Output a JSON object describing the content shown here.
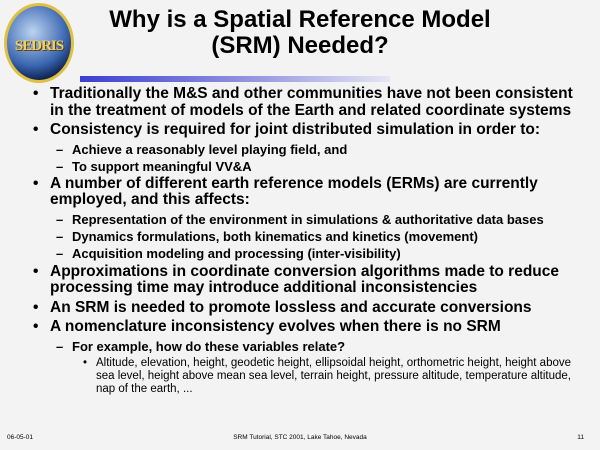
{
  "logo": {
    "text": "SEDRIS"
  },
  "title": "Why is a Spatial Reference Model (SRM) Needed?",
  "bullets": [
    {
      "text": "Traditionally the M&S and other communities have not been consistent in the treatment of models of the Earth and related coordinate systems",
      "subs": []
    },
    {
      "text": "Consistency is required for joint distributed simulation in order to:",
      "subs": [
        "Achieve a reasonably level playing field, and",
        "To support meaningful VV&A"
      ]
    },
    {
      "text": "A number of different earth reference models (ERMs) are currently employed, and this affects:",
      "subs": [
        "Representation of the environment in simulations & authoritative data bases",
        "Dynamics formulations, both kinematics and kinetics (movement)",
        "Acquisition modeling and processing (inter-visibility)"
      ]
    },
    {
      "text": "Approximations in coordinate conversion algorithms made to reduce processing time may introduce additional inconsistencies",
      "subs": []
    },
    {
      "text": "An SRM is needed to promote lossless and accurate conversions",
      "subs": []
    },
    {
      "text": "A nomenclature inconsistency evolves when there is no SRM",
      "subs": [
        "For example, how do these variables relate?"
      ],
      "subsub": "Altitude,  elevation,  height,  geodetic height,  ellipsoidal height,  orthometric height,  height above sea level,  height above mean sea level,  terrain height,  pressure altitude,  temperature altitude,  nap of the earth,  ..."
    }
  ],
  "footer": {
    "date": "06-05-01",
    "center": "SRM Tutorial, STC 2001, Lake Tahoe, Nevada",
    "page": "11"
  }
}
